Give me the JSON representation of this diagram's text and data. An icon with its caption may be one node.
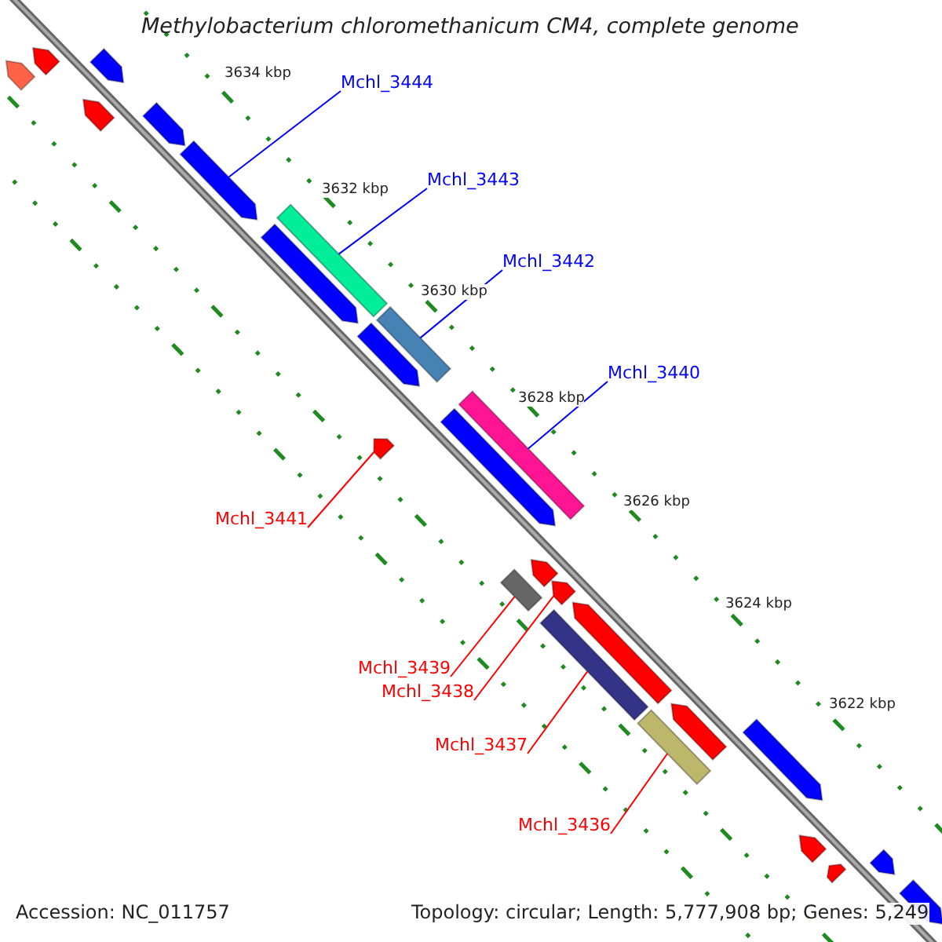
{
  "diagram": {
    "title": "Methylobacterium chloromethanicum CM4, complete genome",
    "nodes": [
      {
        "text": [
          "Mchl_3444"
        ]
      },
      {
        "text": [],
        "shape": "arrow"
      },
      {
        "text": [
          "Mchl_3443"
        ]
      },
      {
        "text": [],
        "shape": "bar"
      },
      {
        "text": [
          "Mchl_3442"
        ]
      },
      {
        "text": [],
        "shape": "bar"
      },
      {
        "text": [
          "Mchl_3440"
        ]
      },
      {
        "text": [],
        "shape": "bar"
      },
      {
        "text": [
          "Mchl_3441"
        ]
      },
      {
        "text": [],
        "shape": "arrow"
      },
      {
        "text": [
          "Mchl_3439"
        ]
      },
      {
        "text": [],
        "shape": "bar"
      },
      {
        "text": [
          "Mchl_3438"
        ]
      },
      {
        "text": [],
        "shape": "arrow"
      },
      {
        "text": [
          "Mchl_3437"
        ]
      },
      {
        "text": [],
        "shape": "bar"
      },
      {
        "text": [
          "Mchl_3436"
        ]
      },
      {
        "text": [],
        "shape": "bar"
      },
      {
        "text": [],
        "shape": "arrow"
      },
      {
        "text": [],
        "shape": "arrow"
      },
      {
        "text": [],
        "shape": "arrow"
      },
      {
        "text": [],
        "shape": "arrow"
      },
      {
        "text": [],
        "shape": "arrow"
      },
      {
        "text": [],
        "shape": "arrow"
      },
      {
        "text": [],
        "shape": "arrow"
      },
      {
        "text": [],
        "shape": "arrow"
      },
      {
        "text": [],
        "shape": "arrow"
      },
      {
        "text": [],
        "shape": "arrow"
      },
      {
        "text": [],
        "shape": "arrow"
      },
      {
        "text": [],
        "shape": "arrow"
      },
      {
        "text": [],
        "shape": "arrow"
      },
      {
        "text": [],
        "shape": "arrow"
      },
      {
        "text": [],
        "shape": "arrow"
      },
      {
        "text": [],
        "shape": "arrow"
      }
    ],
    "edges": [
      {
        "from": 0,
        "to": 1,
        "arrow": "none",
        "color": "#0000ff"
      },
      {
        "from": 2,
        "to": 3,
        "arrow": "none",
        "color": "#0000ff"
      },
      {
        "from": 4,
        "to": 5,
        "arrow": "none",
        "color": "#0000ff"
      },
      {
        "from": 6,
        "to": 7,
        "arrow": "none",
        "color": "#0000ff"
      },
      {
        "from": 8,
        "to": 9,
        "arrow": "none"
      },
      {
        "from": 10,
        "to": 11,
        "arrow": "none"
      },
      {
        "from": 12,
        "to": 13,
        "arrow": "none"
      },
      {
        "from": 14,
        "to": 15,
        "arrow": "none"
      },
      {
        "from": 16,
        "to": 17,
        "arrow": "none"
      }
    ],
    "labels": [
      "3634 kbp",
      "3632 kbp",
      "3630 kbp",
      "3628 kbp",
      "3626 kbp",
      "3624 kbp",
      "3622 kbp",
      "Accession: NC_011757",
      "Topology: circular; Length: 5,777,908 bp; Genes: 5,249"
    ]
  }
}
